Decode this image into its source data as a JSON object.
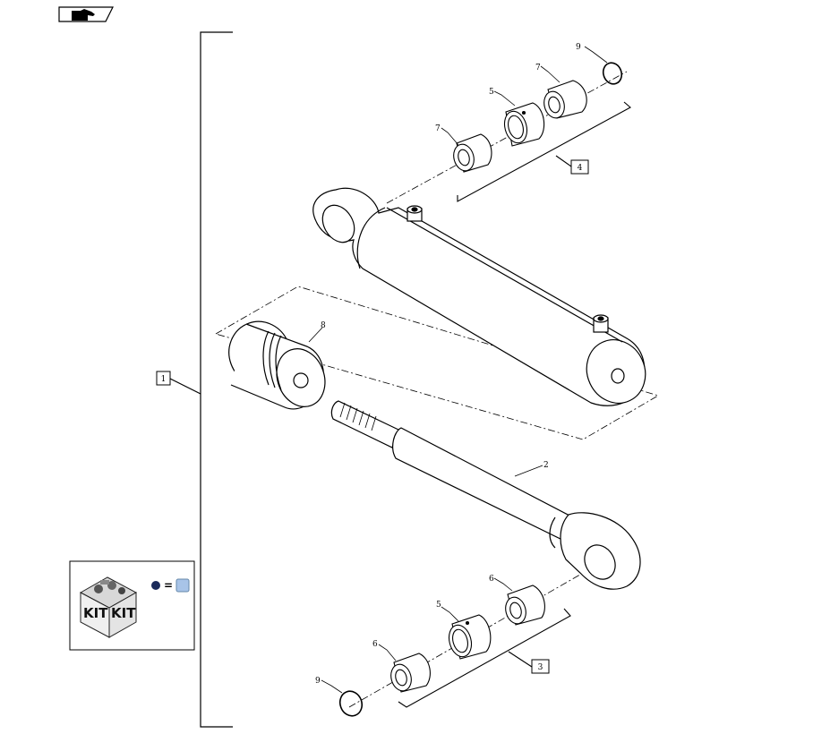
{
  "callouts": {
    "c1": "1",
    "c2": "2",
    "c3": "3",
    "c4": "4",
    "c5a": "5",
    "c5b": "5",
    "c6a": "6",
    "c6b": "6",
    "c7a": "7",
    "c7b": "7",
    "c8": "8",
    "c9a": "9",
    "c9b": "9"
  },
  "kit_legend": {
    "kit_text_left": "KIT",
    "kit_text_right": "KIT",
    "equals": "="
  },
  "colors": {
    "line": "#000000",
    "kit_dot": "#1a2a5a",
    "kit_square": "#a8c4e8"
  },
  "icons": {
    "top_left": "hand-pointer-icon",
    "kit": "kit-box-icon"
  }
}
